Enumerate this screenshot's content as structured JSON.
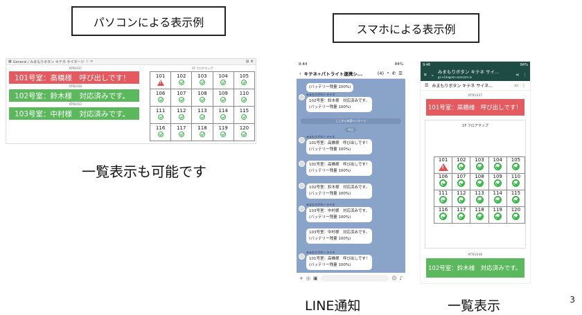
{
  "headings": {
    "pc": "パソコンによる表示例",
    "phone": "スマホによる表示例"
  },
  "captions": {
    "list_possible": "一覧表示も可能です",
    "line": "LINE通知",
    "list": "一覧表示"
  },
  "page_number": "3",
  "pc": {
    "breadcrumb": "General / みまもりボタン キテネ サイネージ",
    "labels": [
      "KTN1037",
      "KTN1038",
      "KTN1013"
    ],
    "alerts": [
      {
        "text": "101号室：高橋様　呼び出しです！",
        "status": "alert"
      },
      {
        "text": "102号室：鈴木様　対応済みです。",
        "status": "done"
      },
      {
        "text": "103号室：中村様　対応済みです。",
        "status": "done"
      }
    ],
    "map_title": "1F フロアマップ",
    "rooms": [
      [
        "101",
        "102",
        "103",
        "104",
        "105"
      ],
      [
        "106",
        "107",
        "108",
        "109",
        "110"
      ],
      [
        "111",
        "112",
        "113",
        "114",
        "115"
      ],
      [
        "116",
        "117",
        "118",
        "119",
        "120"
      ]
    ],
    "warn_room": "101"
  },
  "line": {
    "status_time": "9:44",
    "status_right": "84%",
    "chat_title": "キテネ+パトライト連携シ...",
    "member_count": "(4)",
    "sender": "みまもりボタン キテネ",
    "system_msg": "ここから未読メッセージ",
    "date_chip": "今日",
    "messages": [
      "(バッテリー残量 100%)",
      "102号室：鈴木様　対応済みです。",
      "(バッテリー残量 100%)",
      "101号室：高橋様　呼び出しです！",
      "(バッテリー残量 100%)",
      "102号室：鈴木様　対応済みです。",
      "(バッテリー残量 100%)",
      "103号室：中村様　対応済みです。",
      "(バッテリー残量 100%)",
      "101号室：高橋様　呼び出しです！",
      "(バッテリー残量 100%)"
    ]
  },
  "mobile": {
    "status_time": "9:46",
    "status_right": "84%",
    "page_title": "みまもりボタン キテネ サイ...",
    "url": "gs-v1dagoon.soracom.io",
    "app_title": "みまもりボタン キテネ サイネ...",
    "labels": [
      "KTN1037",
      "KTN1038"
    ],
    "alert_top": "101号室：高橋様　呼び出しです！",
    "map_title": "1F フロアマップ",
    "alert_bottom": "102号室：鈴木様　対応済みです。"
  },
  "colors": {
    "alert_red": "#e45a5f",
    "done_green": "#5cb85c",
    "line_bg": "#8aa3c9",
    "mobile_header": "#1f4b45"
  }
}
